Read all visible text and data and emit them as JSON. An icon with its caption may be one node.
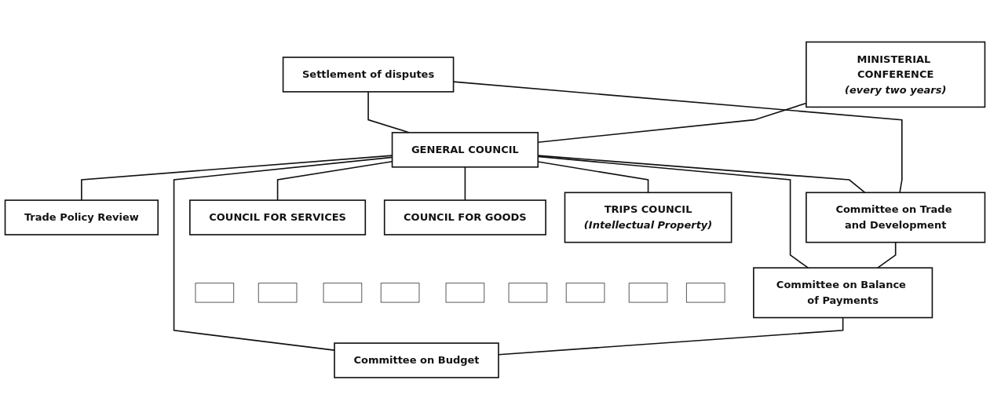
{
  "diagram": {
    "nodes": [
      {
        "text": [
          "MINISTERIAL CONFERENCE",
          "(every two years)"
        ]
      },
      {
        "text": [
          "Settlement of disputes"
        ]
      },
      {
        "text": [
          "GENERAL COUNCIL"
        ]
      },
      {
        "text": [
          "Trade Policy Review"
        ]
      },
      {
        "text": [
          "Committee on Trade and Development"
        ]
      },
      {
        "text": [
          "Committee on Balance of Payments"
        ]
      },
      {
        "text": [
          "Committee on Budget"
        ]
      },
      {
        "text": [
          "COUNCIL FOR SERVICES"
        ]
      },
      {
        "text": [
          "COUNCIL FOR GOODS"
        ]
      },
      {
        "text": [
          "TRIPS COUNCIL",
          "(Intellectual Property)"
        ]
      },
      {
        "text": [],
        "shape": "box"
      },
      {
        "text": [],
        "shape": "box"
      },
      {
        "text": [],
        "shape": "box"
      },
      {
        "text": [],
        "shape": "box"
      },
      {
        "text": [],
        "shape": "box"
      },
      {
        "text": [],
        "shape": "box"
      },
      {
        "text": [],
        "shape": "box"
      },
      {
        "text": [],
        "shape": "box"
      },
      {
        "text": [],
        "shape": "box"
      }
    ],
    "edges": [
      {
        "from": 0,
        "to": 2,
        "arrow": "none"
      },
      {
        "from": 1,
        "to": 2,
        "arrow": "none"
      },
      {
        "from": 2,
        "to": 3,
        "arrow": "none"
      },
      {
        "from": 1,
        "to": 4,
        "arrow": "none"
      },
      {
        "from": 4,
        "to": 5,
        "arrow": "none"
      },
      {
        "from": 5,
        "to": 6,
        "arrow": "none"
      },
      {
        "from": 2,
        "to": 4,
        "arrow": "none"
      },
      {
        "from": 2,
        "to": 5,
        "arrow": "none"
      },
      {
        "from": 2,
        "to": 6,
        "arrow": "none"
      },
      {
        "from": 2,
        "to": 7,
        "arrow": "none"
      },
      {
        "from": 2,
        "to": 8,
        "arrow": "none"
      },
      {
        "from": 2,
        "to": 9,
        "arrow": "none"
      }
    ]
  }
}
